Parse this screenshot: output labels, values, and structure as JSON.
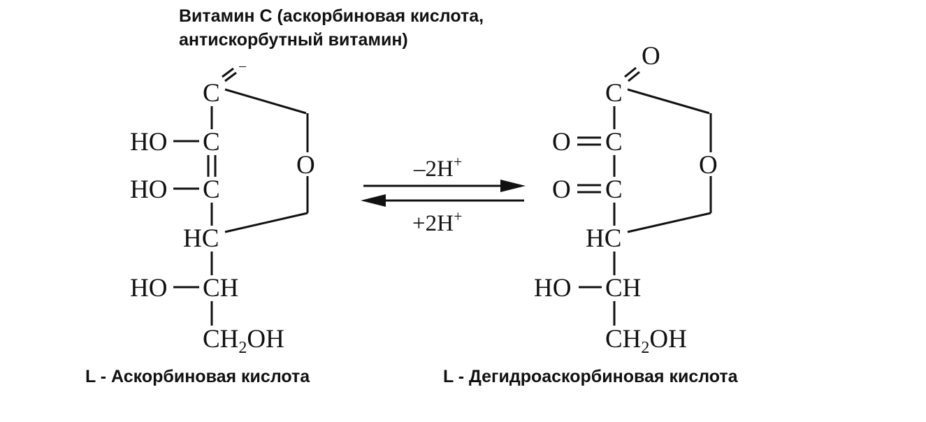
{
  "title": {
    "line1": "Витамин С (аскорбиновая кислота,",
    "line2": "антискорбутный витамин)"
  },
  "left_molecule": {
    "name": "L - Аскорбиновая кислота",
    "atoms": {
      "c1": "C",
      "c2": "C",
      "c3": "C",
      "c4": "HC",
      "c5": "CH",
      "ho2": "HO",
      "ho3": "HO",
      "ho5": "HO",
      "ring_o": "O",
      "ch2": "CH",
      "ch2_sub": "2",
      "ch2_oh": "OH",
      "carbonyl_mark": "–"
    }
  },
  "right_molecule": {
    "name": "L - Дегидроаскорбиновая кислота",
    "atoms": {
      "c1": "C",
      "c2": "C",
      "c3": "C",
      "c4": "HC",
      "c5": "CH",
      "o1": "O",
      "o2": "O",
      "o3": "O",
      "ho5": "HO",
      "ring_o": "O",
      "ch2": "CH",
      "ch2_sub": "2",
      "ch2_oh": "OH"
    }
  },
  "reaction": {
    "forward_label": "–2H",
    "forward_sup": "+",
    "reverse_label": "+2H",
    "reverse_sup": "+"
  }
}
